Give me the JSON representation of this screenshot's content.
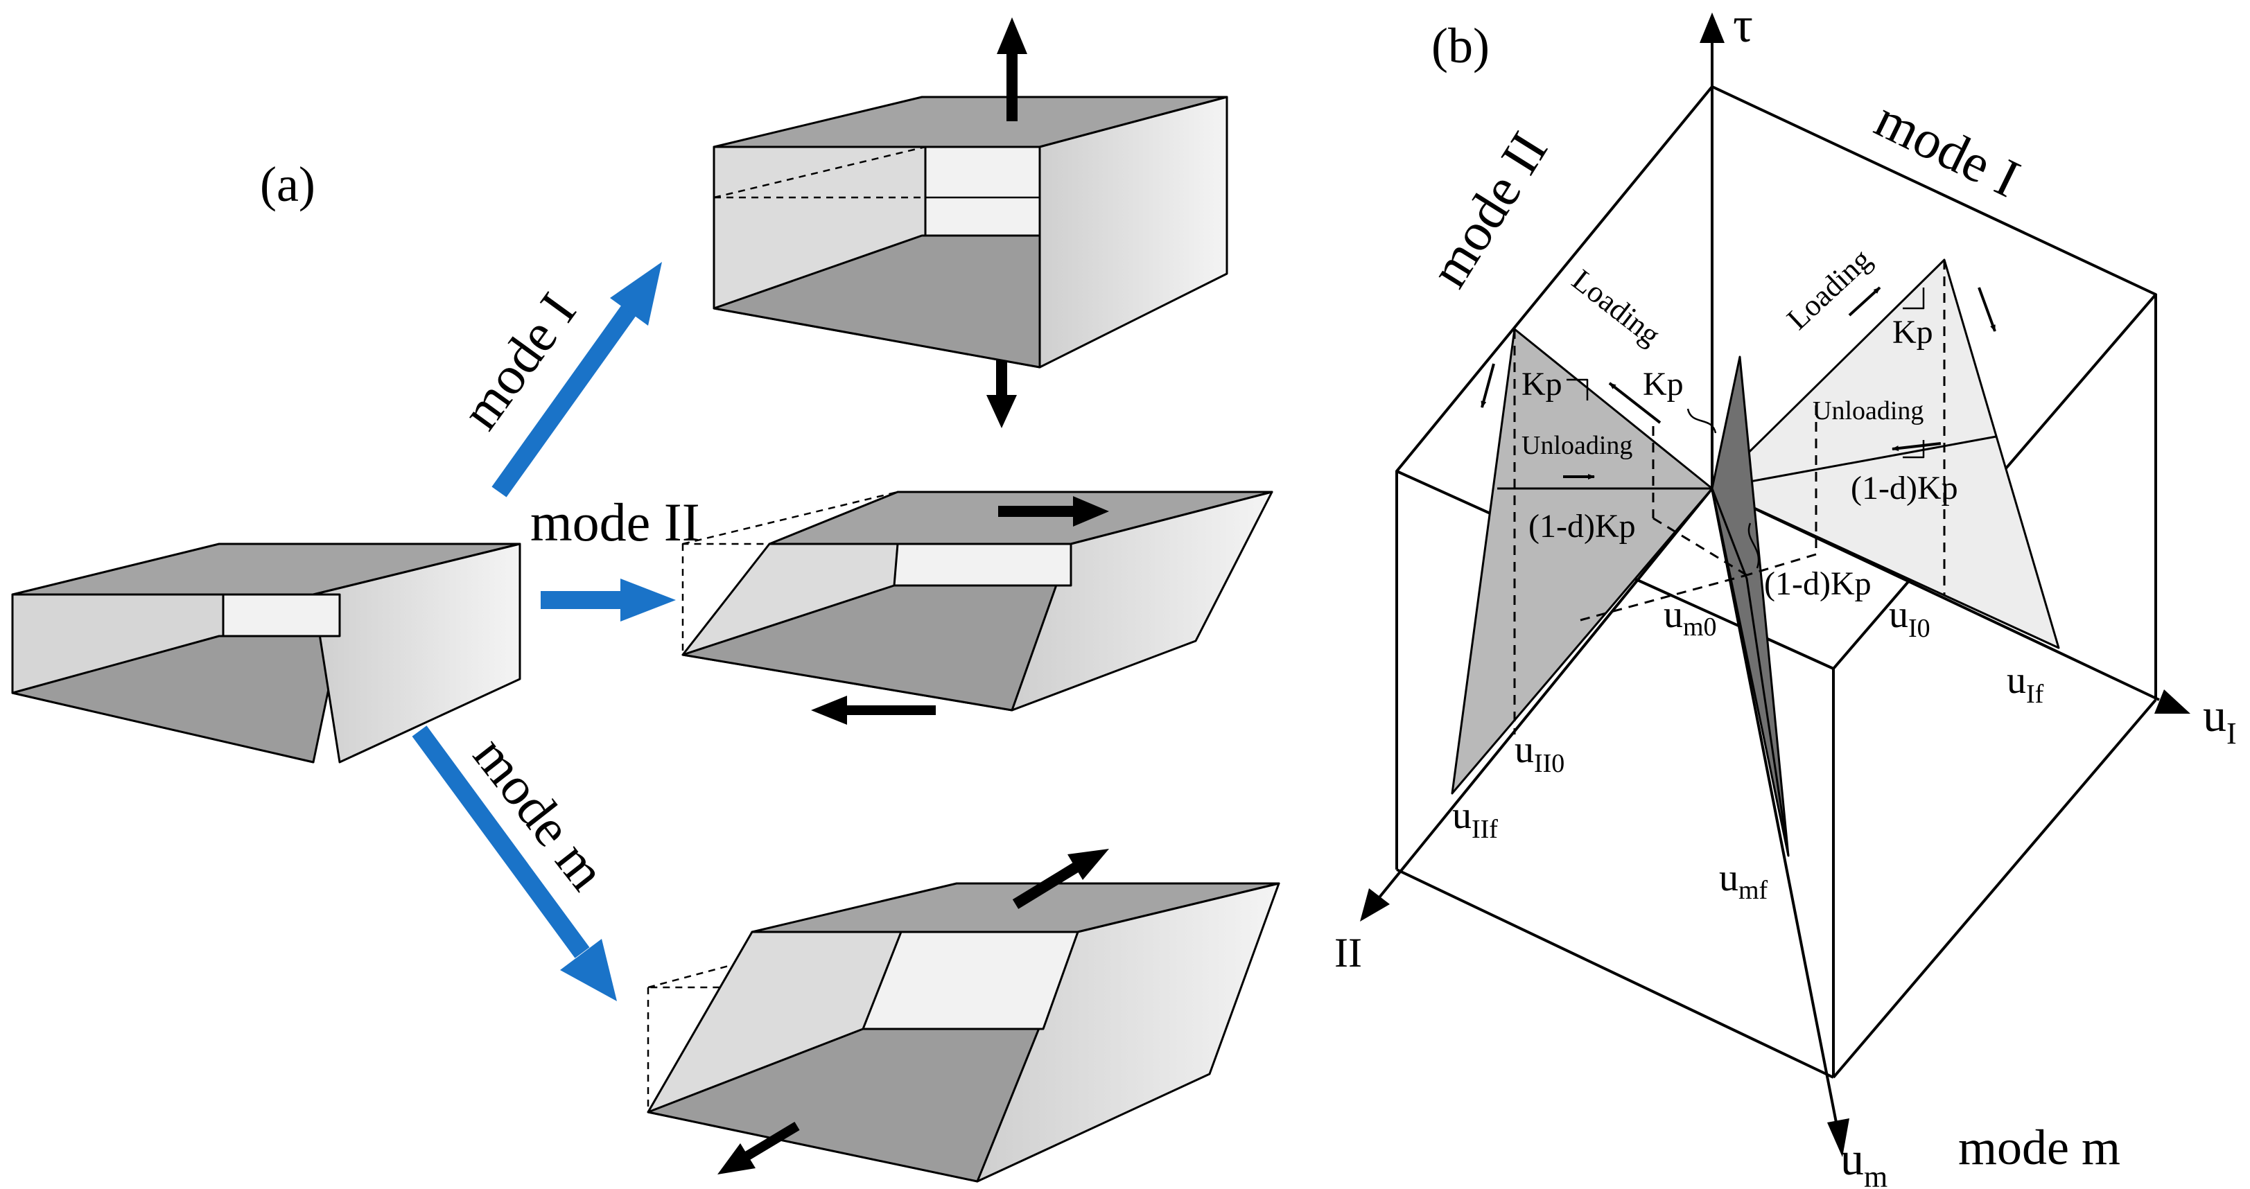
{
  "panel_a": {
    "label": "(a)",
    "arrow_labels": {
      "mode_i": "mode I",
      "mode_ii": "mode II",
      "mode_m": "mode m"
    }
  },
  "panel_b": {
    "label": "(b)",
    "axes": {
      "tau": "τ",
      "u_i": "u",
      "u_i_sub": "I",
      "ii": "II",
      "u_m": "u",
      "u_m_sub": "m"
    },
    "plane_labels": {
      "mode_i": "mode I",
      "mode_ii": "mode II",
      "mode_m": "mode m"
    },
    "annotations": {
      "loading": "Loading",
      "unloading": "Unloading",
      "kp": "Kp",
      "one_minus_d_kp": "(1-d)Kp"
    },
    "points": {
      "u_i0_base": "u",
      "u_i0_sub": "I0",
      "u_if_base": "u",
      "u_if_sub": "If",
      "u_ii0_base": "u",
      "u_ii0_sub": "II0",
      "u_iif_base": "u",
      "u_iif_sub": "IIf",
      "u_m0_base": "u",
      "u_m0_sub": "m0",
      "u_mf_base": "u",
      "u_mf_sub": "mf"
    }
  },
  "colors": {
    "blue_arrow": "#1a73c8",
    "dark_face": "#a4a4a4",
    "light_face": "#dcdcdc",
    "crack": "#f2f2f2",
    "triangle_mode_ii": "#b5b5b5",
    "triangle_mode_i": "#ededed",
    "triangle_mode_m": "#6e6e6e"
  }
}
